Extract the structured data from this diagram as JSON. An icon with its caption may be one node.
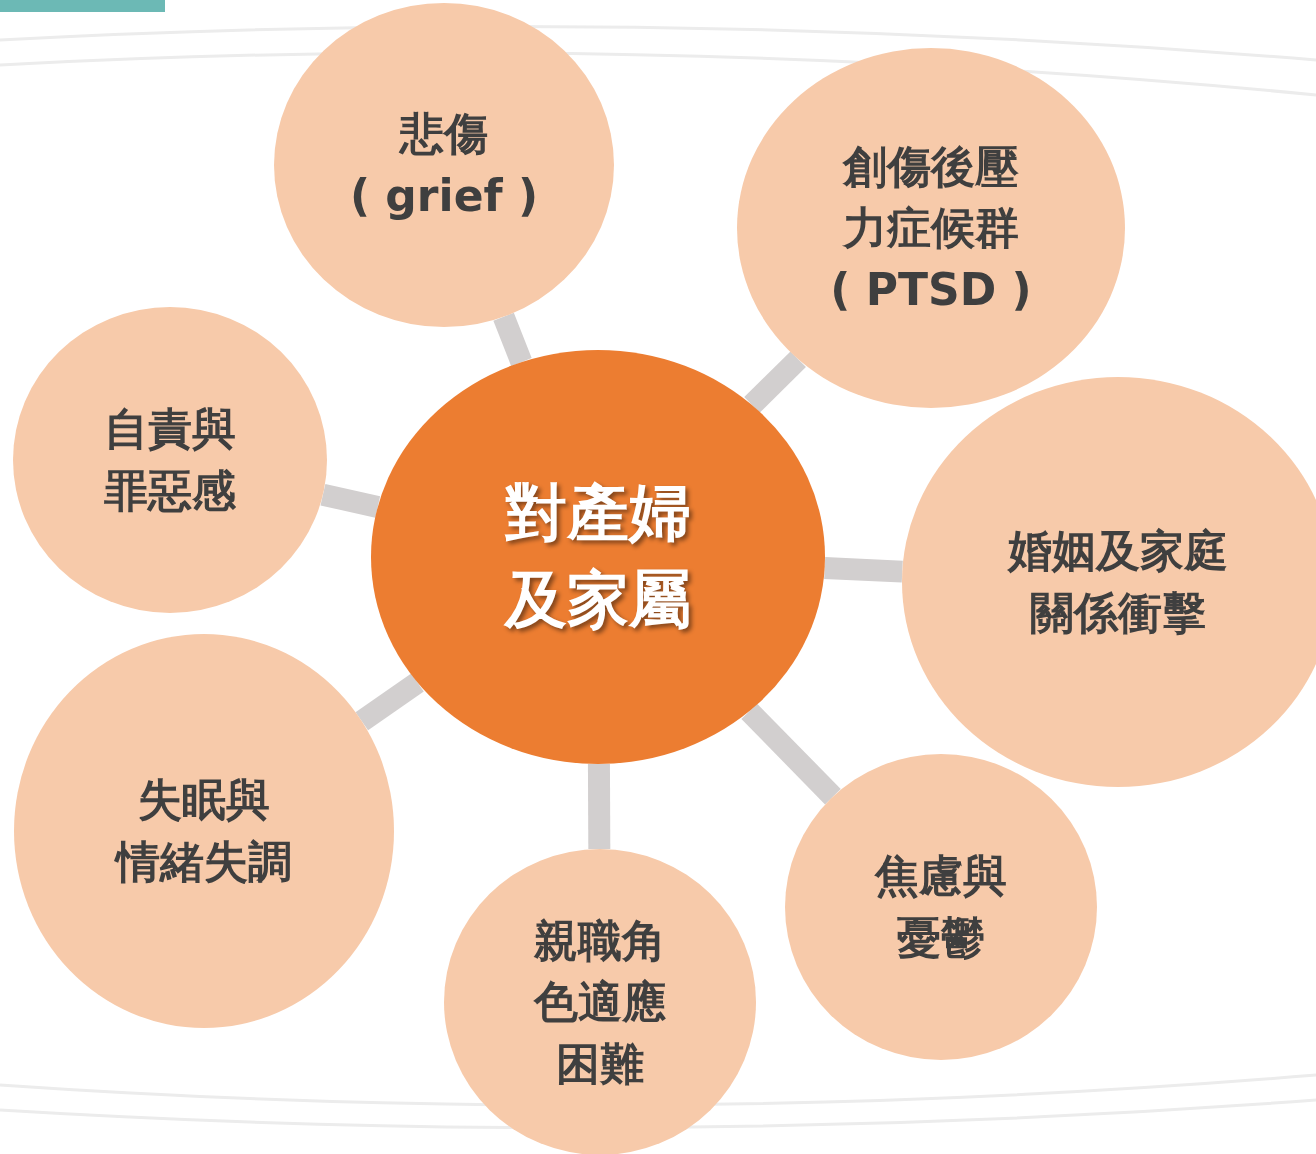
{
  "diagram": {
    "nodes": [
      {
        "text": [
          "對產婦及家屬"
        ]
      },
      {
        "text": [
          "悲傷",
          "( grief )"
        ]
      },
      {
        "text": [
          "創傷後壓力症候群",
          "( PTSD )"
        ]
      },
      {
        "text": [
          "自責與罪惡感"
        ]
      },
      {
        "text": [
          "婚姻及家庭關係衝擊"
        ]
      },
      {
        "text": [
          "失眠與情緒失調"
        ]
      },
      {
        "text": [
          "焦慮與憂鬱"
        ]
      },
      {
        "text": [
          "親職角色適應困難"
        ]
      }
    ],
    "edges": [
      {
        "from": 0,
        "to": 1,
        "arrow": "none"
      },
      {
        "from": 0,
        "to": 2,
        "arrow": "none"
      },
      {
        "from": 0,
        "to": 3,
        "arrow": "none"
      },
      {
        "from": 0,
        "to": 4,
        "arrow": "none"
      },
      {
        "from": 0,
        "to": 5,
        "arrow": "none"
      },
      {
        "from": 0,
        "to": 6,
        "arrow": "none"
      },
      {
        "from": 0,
        "to": 7,
        "arrow": "none"
      }
    ]
  }
}
